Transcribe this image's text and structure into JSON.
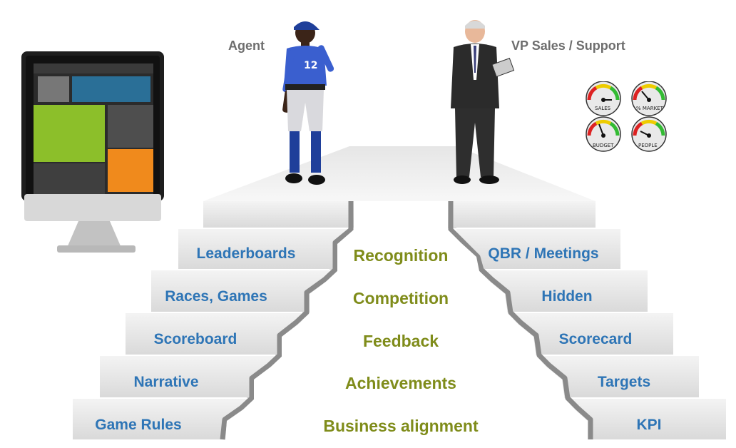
{
  "roles": {
    "agent": "Agent",
    "vp": "VP Sales / Support"
  },
  "left_steps": [
    "Leaderboards",
    "Races, Games",
    "Scoreboard",
    "Narrative",
    "Game Rules"
  ],
  "center_steps": [
    "Recognition",
    "Competition",
    "Feedback",
    "Achievements",
    "Business alignment"
  ],
  "right_steps": [
    "QBR / Meetings",
    "Hidden",
    "Scorecard",
    "Targets",
    "KPI"
  ],
  "gauges": [
    "SALES",
    "% MARKET",
    "BUDGET",
    "PEOPLE"
  ],
  "player_number": "12",
  "colors": {
    "step_text": "#2e75b6",
    "center_text": "#7f8c1a",
    "role_text": "#6e6e6e"
  }
}
